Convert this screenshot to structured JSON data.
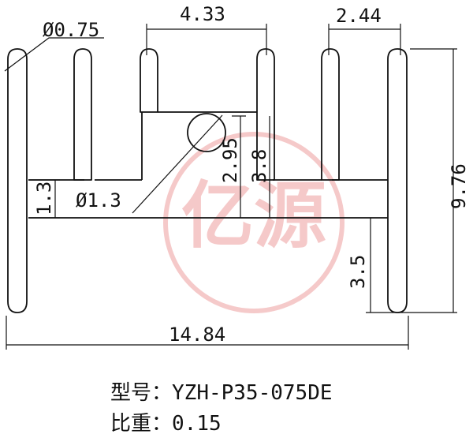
{
  "drawing": {
    "watermark_text": "亿源",
    "dimensions": {
      "width_total": "14.84",
      "height_total": "9.76",
      "fin_spacing_top": "4.33",
      "fin_spacing_right": "2.44",
      "fin_tip_diameter": "Ø0.75",
      "base_thickness": "1.3",
      "groove_diameter": "Ø1.3",
      "groove_depth": "2.95",
      "groove_height": "3.8",
      "bottom_fin_height": "3.5"
    },
    "colors": {
      "line": "#111111",
      "watermark": "#e98a8a"
    }
  },
  "info": {
    "model_label": "型号：",
    "model_value": "YZH-P35-075DE",
    "weight_label": "比重：",
    "weight_value": "0.15"
  }
}
